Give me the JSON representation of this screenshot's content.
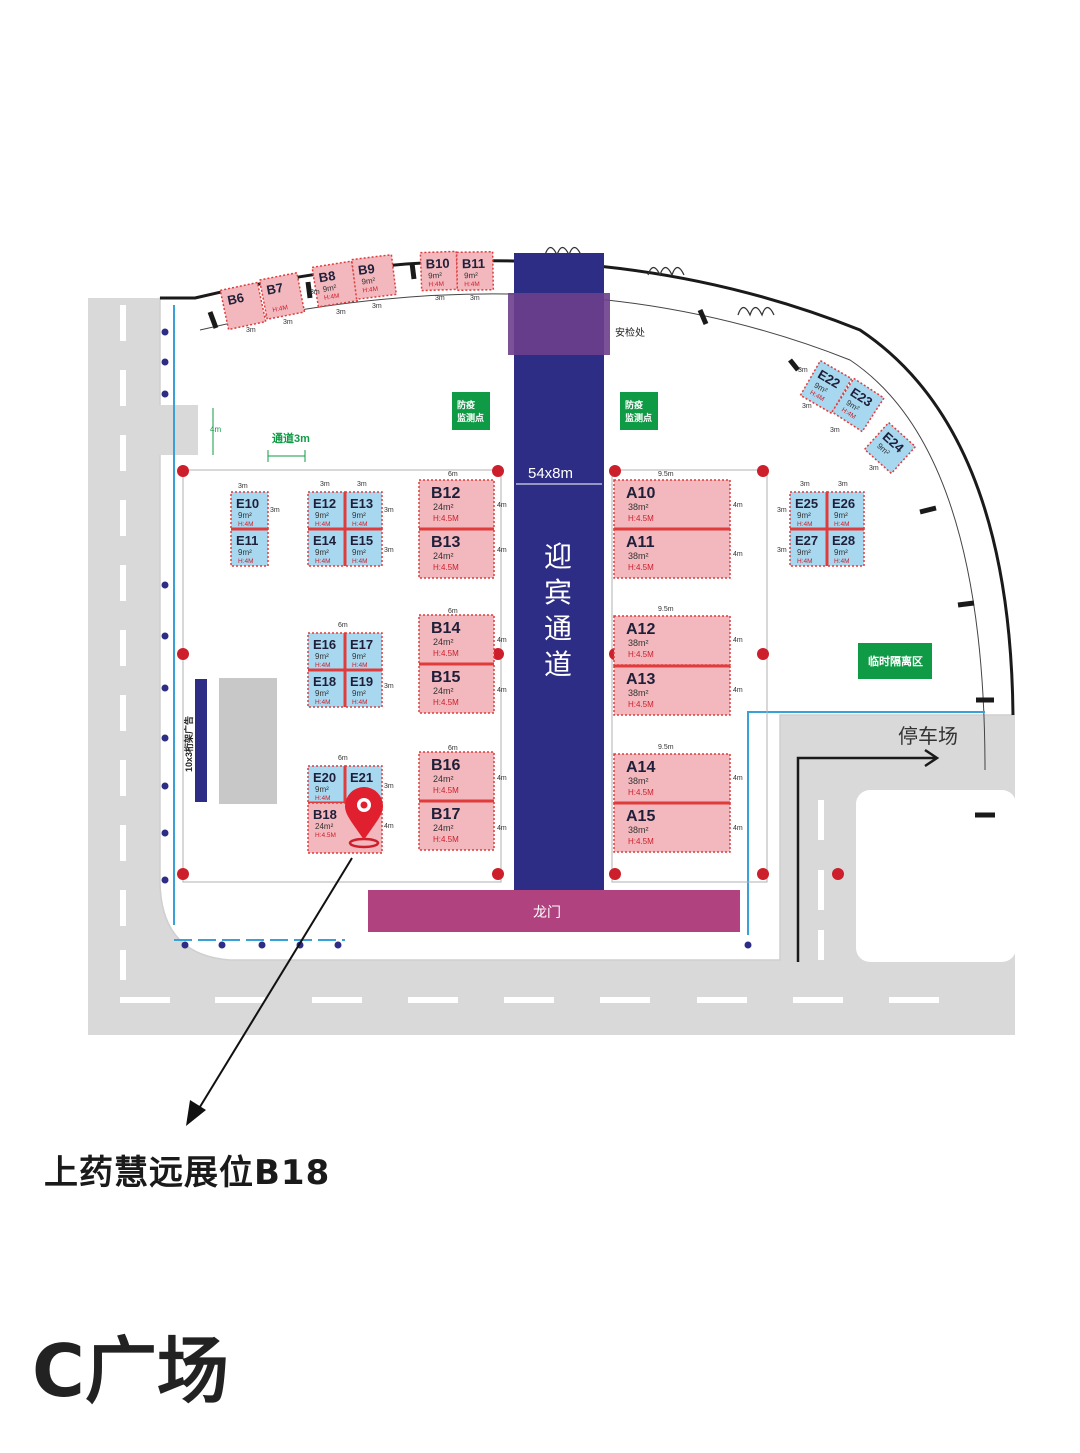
{
  "colors": {
    "booth_b": "#f2b8bd",
    "booth_e": "#a8d8f0",
    "divider": "#e03c3c",
    "dots": "#cc1f2b",
    "corridor": "#2e2d86",
    "security": "#6d3f8c",
    "gate": "#b0437f",
    "green": "#0f9b45",
    "road": "#d9d9d9",
    "blue_line": "#3aa0d8"
  },
  "zone_title": "C广场",
  "caption": "上药慧远展位B18",
  "corridor": {
    "lines": [
      "迎",
      "宾",
      "通",
      "道"
    ],
    "size": "54x8m"
  },
  "gate": "龙门",
  "security": "安检处",
  "epidemic_left": [
    "防疫",
    "监测点"
  ],
  "epidemic_right": [
    "防疫",
    "监测点"
  ],
  "isolation": "临时隔离区",
  "parking": "停车场",
  "passage": "通道3m",
  "side_gap": "4m",
  "truss": "10x3桁架广告",
  "booths": {
    "B12": {
      "label": "B12",
      "area": "24m²",
      "height": "H:4.5M"
    },
    "B13": {
      "label": "B13",
      "area": "24m²",
      "height": "H:4.5M"
    },
    "B14": {
      "label": "B14",
      "area": "24m²",
      "height": "H:4.5M"
    },
    "B15": {
      "label": "B15",
      "area": "24m²",
      "height": "H:4.5M"
    },
    "B16": {
      "label": "B16",
      "area": "24m²",
      "height": "H:4.5M"
    },
    "B17": {
      "label": "B17",
      "area": "24m²",
      "height": "H:4.5M"
    },
    "B18": {
      "label": "B18",
      "area": "24m²",
      "height": "H:4.5M"
    },
    "A10": {
      "label": "A10",
      "area": "38m²",
      "height": "H:4.5M"
    },
    "A11": {
      "label": "A11",
      "area": "38m²",
      "height": "H:4.5M"
    },
    "A12": {
      "label": "A12",
      "area": "38m²",
      "height": "H:4.5M"
    },
    "A13": {
      "label": "A13",
      "area": "38m²",
      "height": "H:4.5M"
    },
    "A14": {
      "label": "A14",
      "area": "38m²",
      "height": "H:4.5M"
    },
    "A15": {
      "label": "A15",
      "area": "38m²",
      "height": "H:4.5M"
    },
    "E10": {
      "label": "E10",
      "area": "9m²",
      "height": "H:4M"
    },
    "E11": {
      "label": "E11",
      "area": "9m²",
      "height": "H:4M"
    },
    "E12": {
      "label": "E12",
      "area": "9m²",
      "height": "H:4M"
    },
    "E13": {
      "label": "E13",
      "area": "9m²",
      "height": "H:4M"
    },
    "E14": {
      "label": "E14",
      "area": "9m²",
      "height": "H:4M"
    },
    "E15": {
      "label": "E15",
      "area": "9m²",
      "height": "H:4M"
    },
    "E16": {
      "label": "E16",
      "area": "9m²",
      "height": "H:4M"
    },
    "E17": {
      "label": "E17",
      "area": "9m²",
      "height": "H:4M"
    },
    "E18": {
      "label": "E18",
      "area": "9m²",
      "height": "H:4M"
    },
    "E19": {
      "label": "E19",
      "area": "9m²",
      "height": "H:4M"
    },
    "E20": {
      "label": "E20",
      "area": "9m²",
      "height": "H:4M"
    },
    "E21": {
      "label": "E21",
      "area": "",
      "height": ""
    },
    "E25": {
      "label": "E25",
      "area": "9m²",
      "height": "H:4M"
    },
    "E26": {
      "label": "E26",
      "area": "9m²",
      "height": "H:4M"
    },
    "E27": {
      "label": "E27",
      "area": "9m²",
      "height": "H:4M"
    },
    "E28": {
      "label": "E28",
      "area": "9m²",
      "height": "H:4M"
    },
    "B6": {
      "label": "B6",
      "area": "",
      "height": ""
    },
    "B7": {
      "label": "B7",
      "area": "",
      "height": "H:4M"
    },
    "B8": {
      "label": "B8",
      "area": "9m²",
      "height": "H:4M"
    },
    "B9": {
      "label": "B9",
      "area": "9m²",
      "height": "H:4M"
    },
    "B10": {
      "label": "B10",
      "area": "9m²",
      "height": "H:4M"
    },
    "B11": {
      "label": "B11",
      "area": "9m²",
      "height": "H:4M"
    },
    "E22": {
      "label": "E22",
      "area": "9m²",
      "height": "H:4M"
    },
    "E23": {
      "label": "E23",
      "area": "9m²",
      "height": "H:4M"
    },
    "E24": {
      "label": "E24",
      "area": "9m²",
      "height": ""
    }
  },
  "dims": {
    "m3": "3m",
    "m4": "4m",
    "m6": "6m",
    "m95": "9.5m"
  }
}
